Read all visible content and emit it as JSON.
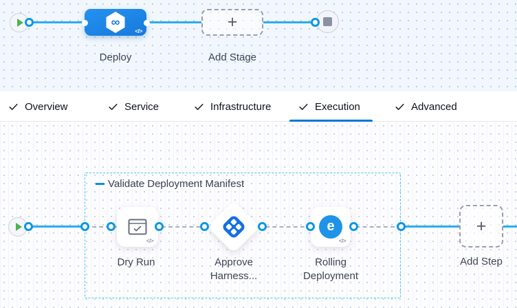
{
  "colors": {
    "accent_blue": "#0277d4",
    "connector_blue": "#29adf0",
    "port_ring_blue": "#0b96e8",
    "stage_node_blue": "#1d87e8",
    "approval_icon_blue": "#1470e0",
    "group_border_cyan": "#48c7ee",
    "play_green": "#50b154",
    "stop_gray": "#8c90a5",
    "label_gray": "#3e4354"
  },
  "stage_row": {
    "stage": {
      "label": "Deploy",
      "icon": "harness-deploy-hexagon-icon"
    },
    "add_stage": {
      "label": "Add Stage"
    }
  },
  "tabs": [
    {
      "label": "Overview",
      "checked": true,
      "active": false
    },
    {
      "label": "Service",
      "checked": true,
      "active": false
    },
    {
      "label": "Infrastructure",
      "checked": true,
      "active": false
    },
    {
      "label": "Execution",
      "checked": true,
      "active": true
    },
    {
      "label": "Advanced",
      "checked": true,
      "active": false
    }
  ],
  "execution": {
    "group_label": "Validate Deployment Manifest",
    "steps": [
      {
        "label": "Dry Run",
        "lines": [
          "Dry Run"
        ],
        "icon": "dry-run-checklist-icon"
      },
      {
        "label": "Approve Harness...",
        "lines": [
          "Approve",
          "Harness..."
        ],
        "icon": "harness-approval-diamond-icon"
      },
      {
        "label": "Rolling Deployment",
        "lines": [
          "Rolling",
          "Deployment"
        ],
        "icon": "rolling-deployment-icon"
      }
    ],
    "add_step": {
      "label": "Add Step"
    }
  },
  "glyphs": {
    "code_badge": "</>",
    "plus": "+",
    "infinity": "∞",
    "rolling_e": "e"
  }
}
